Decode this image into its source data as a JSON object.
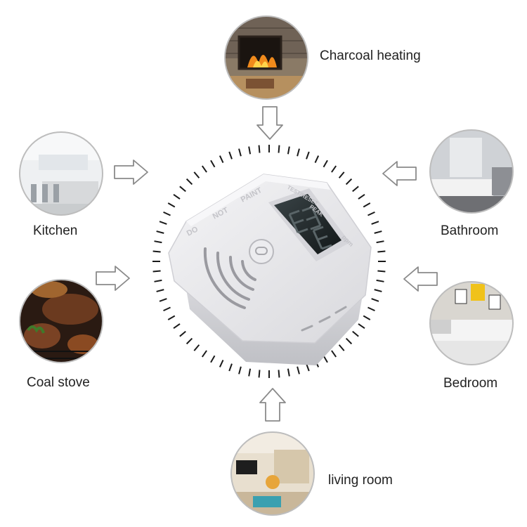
{
  "locations": {
    "top": "Charcoal heating",
    "left_top": "Kitchen",
    "left_bottom": "Coal stove",
    "right_top": "Bathroom",
    "right_bottom": "Bedroom",
    "bottom": "living room"
  },
  "device": {
    "embossed_text": [
      "DO",
      "NOT",
      "PAINT",
      "TEST/RESET",
      "PEAK",
      "ppm"
    ],
    "display_readout": "888"
  },
  "colors": {
    "device_body": "#e9e9ec",
    "display_bg": "#1c2426",
    "arrow_stroke": "#8a8a8a",
    "dial_tick": "#1a1a1a"
  }
}
